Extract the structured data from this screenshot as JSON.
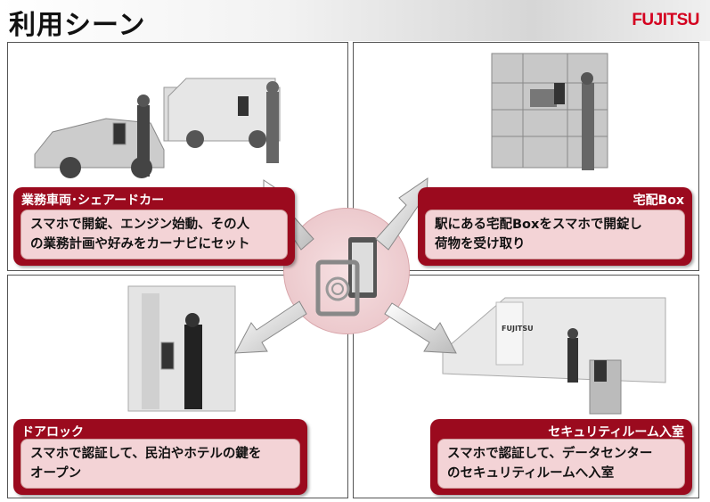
{
  "header": {
    "title": "利用シーン",
    "logo": "FUJITSU"
  },
  "scenes": [
    {
      "title": "業務車両･シェアードカー",
      "description": [
        "スマホで開錠、エンジン始動、その人",
        "の業務計画や好みをカーナビにセット"
      ]
    },
    {
      "title": "宅配Box",
      "description": [
        "駅にある宅配Boxをスマホで開錠し",
        "荷物を受け取り"
      ]
    },
    {
      "title": "ドアロック",
      "description": [
        "スマホで認証して、民泊やホテルの鍵を",
        "オープン"
      ]
    },
    {
      "title": "セキュリティルーム入室",
      "description": [
        "スマホで認証して、データセンター",
        "のセキュリティルームへ入室"
      ]
    }
  ],
  "building_sign": "FUJITSU",
  "colors": {
    "accent": "#9b0a1e",
    "card_body": "#f3d3d6",
    "logo": "#d4001f"
  }
}
